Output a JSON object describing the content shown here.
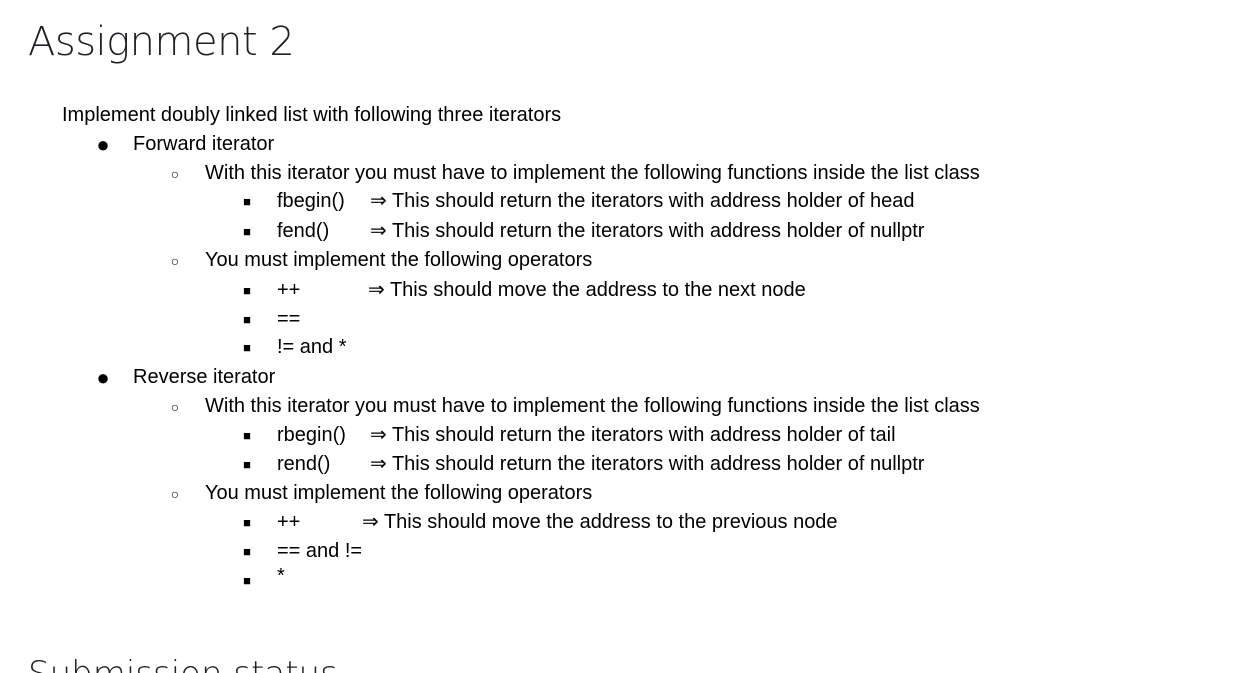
{
  "page": {
    "title": "Assignment 2",
    "next_section_heading": "Submission status"
  },
  "assignment": {
    "intro": "Implement doubly linked list with following three iterators",
    "forward": {
      "label": "Forward iterator",
      "functions_intro": "With this iterator you must have to implement the following functions inside the list class",
      "fbegin": "fbegin()",
      "fbegin_desc": "⇒ This should return the iterators with address holder of head",
      "fend": "fend()",
      "fend_desc": "⇒ This should return the iterators with address holder of nullptr",
      "operators_intro": "You must implement the following operators",
      "op_inc": "++",
      "op_inc_desc": "⇒ This should move the address to the next node",
      "op_eq": "==",
      "op_neq_deref": "!=  and *"
    },
    "reverse": {
      "label": "Reverse iterator",
      "functions_intro": "With this iterator you must have to implement the following functions inside the list class",
      "rbegin": "rbegin()",
      "rbegin_desc": "⇒ This should return the iterators with address holder of tail",
      "rend": "rend()",
      "rend_desc": "⇒ This should return the iterators with address holder of nullptr",
      "operators_intro": "You must implement the following operators",
      "op_inc": "++",
      "op_inc_desc": "⇒ This should move the address to the previous node",
      "op_eq_neq": "==  and !=",
      "op_deref": "*"
    },
    "glyphs": {
      "disc": "●",
      "circle": "○",
      "square": "■"
    }
  }
}
